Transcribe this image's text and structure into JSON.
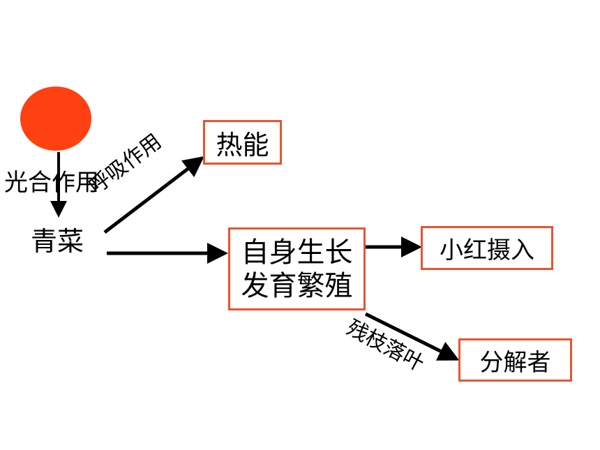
{
  "colors": {
    "sun": "#ff4010",
    "box_border": "#e8542e",
    "arrow": "#000000"
  },
  "labels": {
    "photosynthesis": "光合作用",
    "respiration": "呼吸作用",
    "litter": "残枝落叶",
    "vegetable": "青菜"
  },
  "boxes": {
    "heat": "热能",
    "growth_line1": "自身生长",
    "growth_line2": "发育繁殖",
    "xiaohong": "小红摄入",
    "decomposer": "分解者"
  }
}
